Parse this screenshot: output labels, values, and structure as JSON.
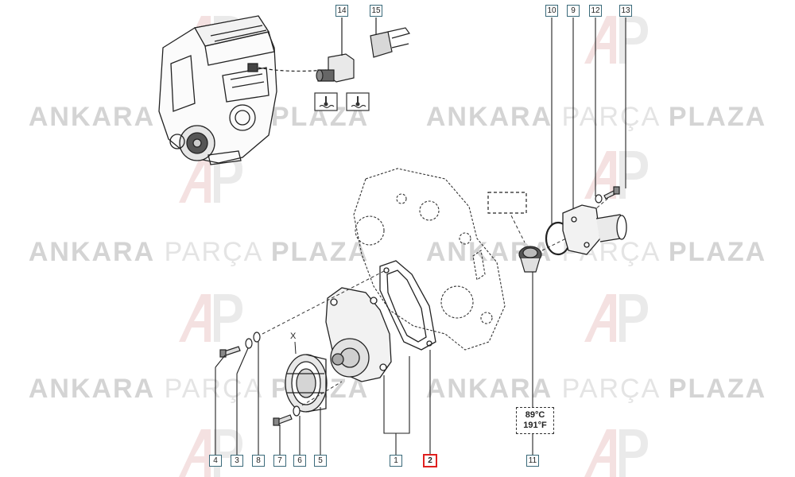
{
  "watermark": {
    "word_bold": "ANKARA",
    "word_thin": "PARÇA",
    "word_end": "PLAZA"
  },
  "callouts": {
    "c14": "14",
    "c15": "15",
    "c10": "10",
    "c9": "9",
    "c12": "12",
    "c13": "13",
    "c4": "4",
    "c3": "3",
    "c8": "8",
    "c7": "7",
    "c6": "6",
    "c5": "5",
    "c1": "1",
    "c2": "2",
    "c11": "11"
  },
  "thermostat_temp": {
    "celsius": "89°C",
    "fahrenheit": "191°F"
  },
  "marker_x": "X",
  "colors": {
    "highlight": "#e0201f",
    "callout_border": "#3a6a7a",
    "watermark": "#d8d8d8"
  }
}
